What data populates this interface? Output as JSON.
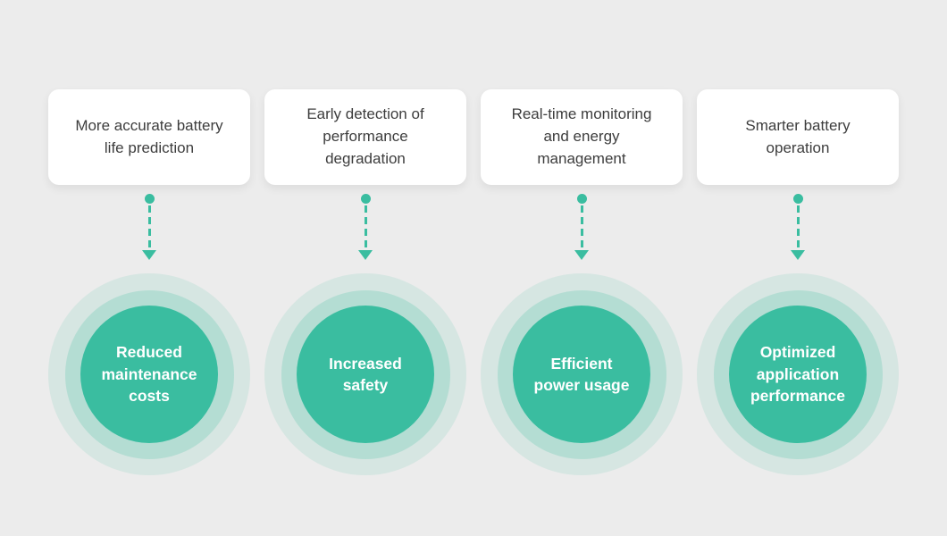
{
  "colors": {
    "background": "#ececec",
    "accent_teal": "#3abda0",
    "ring_mid": "rgba(58,189,160,0.22)",
    "ring_outer": "rgba(58,189,160,0.12)",
    "card_background": "#ffffff",
    "card_text_color": "#3d3d3d",
    "circle_text_color": "#ffffff"
  },
  "columns": [
    {
      "card_text": "More accurate battery\nlife prediction",
      "circle_text": "Reduced\nmaintenance\ncosts"
    },
    {
      "card_text": "Early detection of\nperformance\ndegradation",
      "circle_text": "Increased\nsafety"
    },
    {
      "card_text": "Real-time monitoring\nand energy\nmanagement",
      "circle_text": "Efficient\npower usage"
    },
    {
      "card_text": "Smarter battery\noperation",
      "circle_text": "Optimized\napplication\nperformance"
    }
  ]
}
